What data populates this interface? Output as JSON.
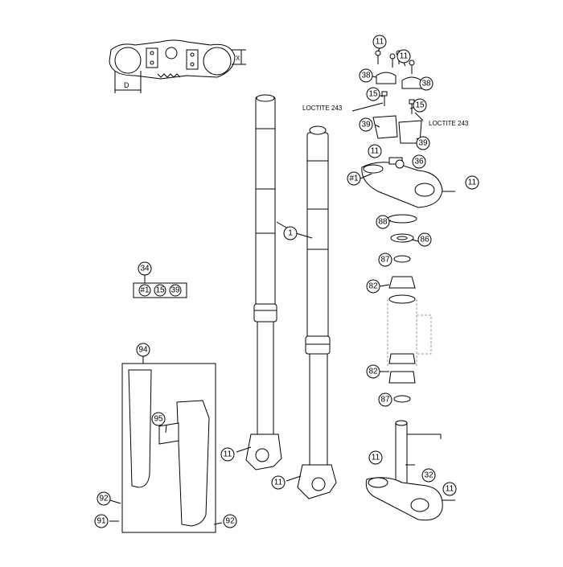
{
  "callouts": {
    "c11_top": "11",
    "c11_top2": "11",
    "c38_left": "38",
    "c38_right": "38",
    "c15_left": "15",
    "c15_right": "15",
    "c39_left": "39",
    "c39_right": "39",
    "c11_cap": "11",
    "c36": "36",
    "c1_clamp": "#1",
    "c11_clamp": "11",
    "c88": "88",
    "c86": "86",
    "c87_top": "87",
    "c82_top": "82",
    "c82_bottom": "82",
    "c87_bottom": "87",
    "c1_fork": "1",
    "c34": "34",
    "c34_1": "#1",
    "c34_15": "15",
    "c34_39": "39",
    "c94": "94",
    "c95": "95",
    "c92_left": "92",
    "c91": "91",
    "c92_right": "92",
    "c11_fork_left": "11",
    "c11_fork_right": "11",
    "c32": "32",
    "c11_stem_left": "11",
    "c11_stem_right": "11"
  },
  "labels": {
    "loctite_left": "LOCTITE 243",
    "loctite_right": "LOCTITE 243",
    "dim_d": "D",
    "dim_x": "X"
  }
}
